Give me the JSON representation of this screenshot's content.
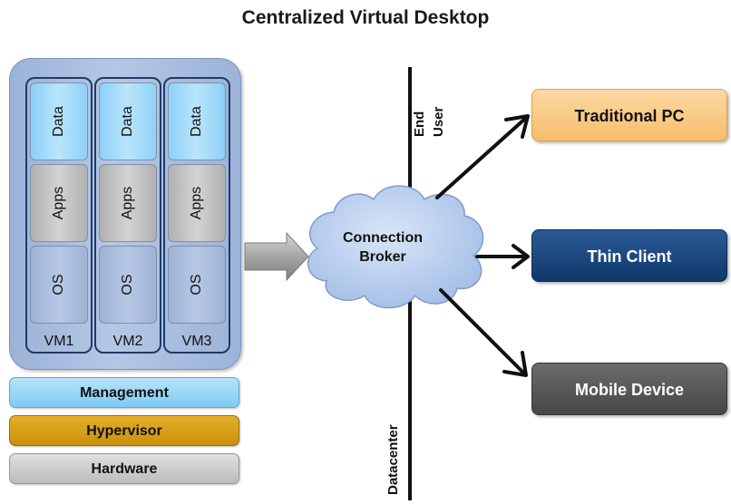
{
  "title": "Centralized Virtual Desktop",
  "vms": [
    {
      "label": "VM1",
      "data": "Data",
      "apps": "Apps",
      "os": "OS"
    },
    {
      "label": "VM2",
      "data": "Data",
      "apps": "Apps",
      "os": "OS"
    },
    {
      "label": "VM3",
      "data": "Data",
      "apps": "Apps",
      "os": "OS"
    }
  ],
  "layers": {
    "management": "Management",
    "hypervisor": "Hypervisor",
    "hardware": "Hardware"
  },
  "broker": {
    "line1": "Connection",
    "line2": "Broker"
  },
  "divider": {
    "top_label_1": "End",
    "top_label_2": "User",
    "bottom_label": "Datacenter"
  },
  "devices": {
    "traditional_pc": "Traditional PC",
    "thin_client": "Thin Client",
    "mobile_device": "Mobile Device"
  },
  "colors": {
    "data": "#8fd0f7",
    "apps": "#c3c3c3",
    "os": "#a9bddf",
    "host": "#a8bde0",
    "hypervisor": "#d9a01b",
    "traditional_pc": "#f9c983",
    "thin_client": "#1b4680",
    "mobile_device": "#555555"
  }
}
